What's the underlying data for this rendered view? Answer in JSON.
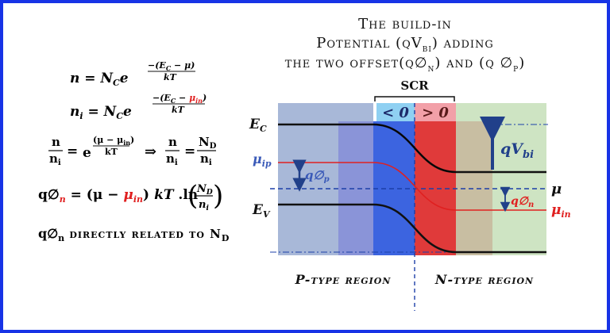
{
  "colors": {
    "frame": "#1733e6",
    "p_region": "#a8b8d8",
    "p_depletion": "#8a94d8",
    "n_depletion_neg": "#3c64e0",
    "n_depletion_pos": "#e03a3a",
    "n_region_tan": "#c8baa0",
    "n_region": "#c6dfb8",
    "scr_neg": "#8fd0f2",
    "scr_pos": "#f2a0a8",
    "accent_red": "#e02020",
    "accent_blue": "#1c3fa8",
    "arrow_dark": "#21408a"
  },
  "title": {
    "line1": "The build-in",
    "line2_prefix": "Potential (qV",
    "line2_sub": "bi",
    "line2_suffix": ") adding",
    "line3_prefix": "the two offset(q∅",
    "line3_sub_n": "n",
    "line3_mid": ") and (q ∅",
    "line3_sub_p": "p",
    "line3_suffix": ")"
  },
  "equations": {
    "eq1": {
      "lhs": "n = ",
      "coef": "N",
      "coef_sub": "C",
      "base": "e",
      "exp_num": "−(E",
      "exp_num_sub": "C",
      "exp_num_rest": " − μ)",
      "exp_den": "kT"
    },
    "eq2": {
      "lhs": "n",
      "lhs_sub": "i",
      "eq": " = ",
      "coef": "N",
      "coef_sub": "C",
      "base": "e",
      "exp_num": "−(E",
      "exp_num_sub": "C",
      "exp_num_mid": " − ",
      "exp_mu": "μ",
      "exp_mu_sub": "in",
      "exp_num_rest": ")",
      "exp_den": "kT"
    },
    "eq3": {
      "frac_num": "n",
      "frac_den": "n",
      "frac_den_sub": "i",
      "eq": "=",
      "base": "e",
      "exp_num": "(μ − μ",
      "exp_num_sub": "in",
      "exp_num_rest": ")",
      "exp_den": "kT",
      "implies": "⇒",
      "frac2_num": "n",
      "frac2_den": "n",
      "frac2_den_sub": "i",
      "eq2": "=",
      "frac3_num": "N",
      "frac3_num_sub": "D",
      "frac3_den": "n",
      "frac3_den_sub": "i"
    },
    "eq4": {
      "lhs": "q∅",
      "lhs_sub": "n",
      "eq": " = ",
      "paren_open": "(μ − ",
      "mu": "μ",
      "mu_sub": "in",
      "paren_close": ")",
      "kt": "kT",
      "ln": " .ln",
      "frac_num": "N",
      "frac_num_sub": "D",
      "frac_den": "n",
      "frac_den_sub": "i"
    },
    "eq5": {
      "lhs": "q∅",
      "lhs_sub": "n",
      "text": " directly related to N",
      "text_sub": "D"
    }
  },
  "diagram": {
    "scr_label": "SCR",
    "neg_label": "< 0",
    "pos_label": "> 0",
    "ec_label": "E",
    "ec_sub": "C",
    "ev_label": "E",
    "ev_sub": "V",
    "mu_ip_label": "μ",
    "mu_ip_sub": "ip",
    "qphi_p_label": "q∅",
    "qphi_p_sub": "p",
    "qvbi_label": "qV",
    "qvbi_sub": "bi",
    "mu_label": "μ",
    "qphi_n_label": "q∅",
    "qphi_n_sub": "n",
    "mu_in_label": "μ",
    "mu_in_sub": "in",
    "p_region_label": "P-type region",
    "n_region_label": "N-type region"
  }
}
